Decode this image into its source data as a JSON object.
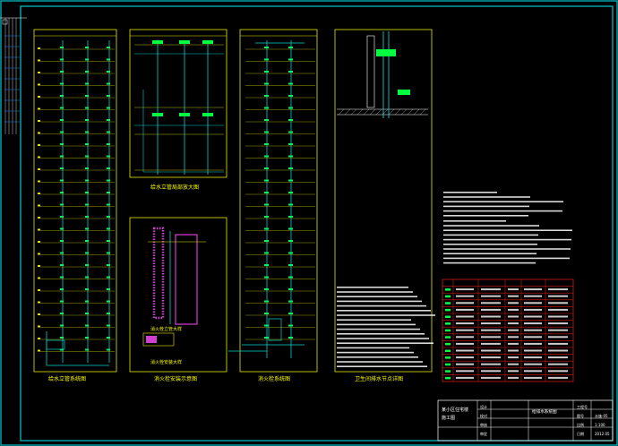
{
  "drawing": {
    "frame_color": "#00c8d0",
    "panel_color": "#e6e600",
    "riser_color": "#00d2d2",
    "node_color": "#00ff40",
    "table_grid_color": "#d01818",
    "view_titles": [
      "给水立管系统图",
      "给水立管局部放大图",
      "消火栓系统图",
      "消火栓安装示意图",
      "排水立管系统图",
      "卫生间排水节点详图"
    ],
    "sub_captions": [
      "消火栓立管大样",
      "消火栓安装大样"
    ],
    "title_block": {
      "project": "某小区住宅楼",
      "stage": "施工图",
      "drawing_name": "给排水系统图",
      "drawing_no": "水施-05",
      "scale": "1:100",
      "date": "2012.05",
      "fields": [
        "设计",
        "校对",
        "审核",
        "审定",
        "工程号",
        "图号",
        "比例",
        "日期"
      ]
    }
  }
}
